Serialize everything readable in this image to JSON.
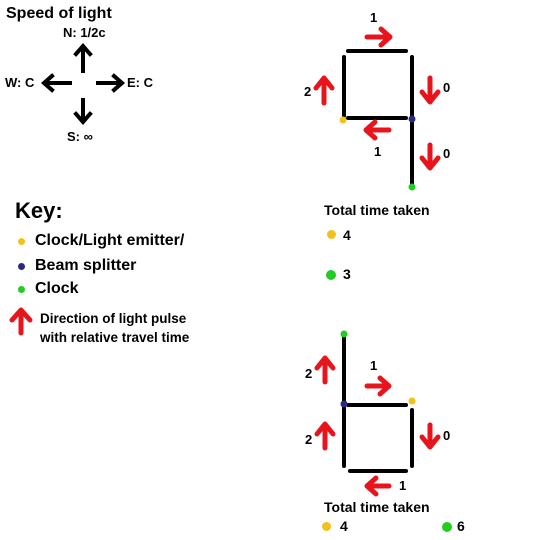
{
  "speed_panel": {
    "title": "Speed of light",
    "north": "N: 1/2c",
    "west": "W: C",
    "east": "E: C",
    "south": "S: ∞"
  },
  "key": {
    "title": "Key:",
    "items": [
      {
        "label": "Clock/Light emitter/",
        "icon": "yellow-dot",
        "color": "#f2c21b"
      },
      {
        "label": "Beam splitter",
        "icon": "navy-dot",
        "color": "#2a2a80"
      },
      {
        "label": "Clock",
        "icon": "green-dot",
        "color": "#22cc22"
      }
    ],
    "arrow_item": {
      "line1": "Direction of light pulse",
      "line2": "with relative travel time",
      "icon": "red-up-arrow",
      "color": "#e8141c"
    }
  },
  "diagram1": {
    "labels": {
      "top": "1",
      "left": "2",
      "right": "0",
      "bottom": "1",
      "tail": "0"
    },
    "total_title": "Total time taken",
    "totals": [
      {
        "value": "4",
        "color": "#f2c21b"
      },
      {
        "value": "3",
        "color": "#22cc22"
      }
    ]
  },
  "diagram2": {
    "labels": {
      "tail": "2",
      "top": "1",
      "left": "2",
      "right": "0",
      "bottom": "1"
    },
    "total_title": "Total time taken",
    "totals": [
      {
        "value": "4",
        "color": "#f2c21b"
      },
      {
        "value": "6",
        "color": "#22cc22"
      }
    ]
  }
}
